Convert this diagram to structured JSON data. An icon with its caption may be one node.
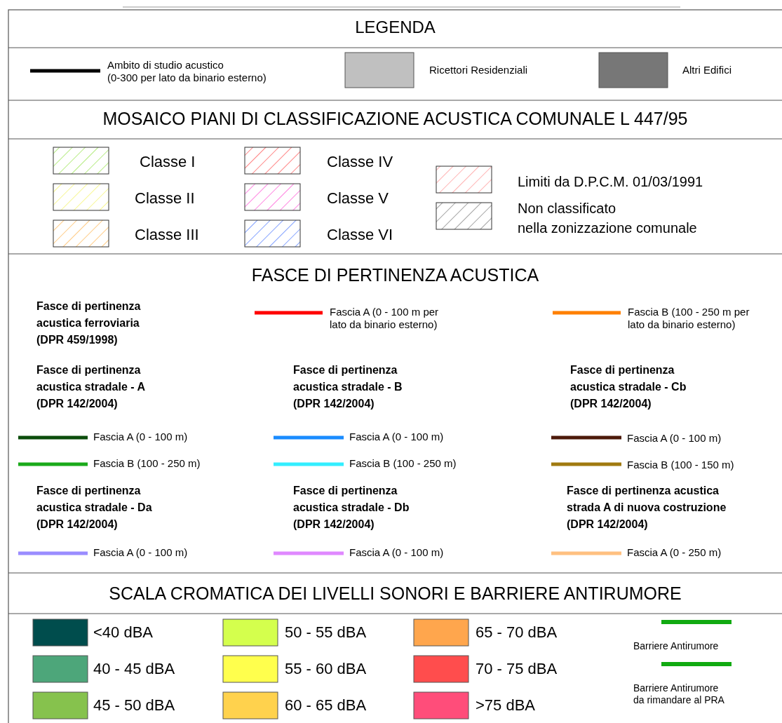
{
  "diagram": {
    "title": "LEGENDA",
    "labels": [
      "MOSAICO PIANI DI CLASSIFICAZIONE ACUSTICA COMUNALE L 447/95",
      "FASCE DI PERTINENZA ACUSTICA",
      "Fasce di pertinenza acustica ferroviaria (DPR 459/1998)",
      "Fasce di pertinenza acustica stradale - A (DPR 142/2004)",
      "Fasce di pertinenza acustica stradale - B (DPR 142/2004)",
      "Fasce di pertinenza acustica stradale - Cb (DPR 142/2004)",
      "Fasce di pertinenza acustica stradale - Da (DPR 142/2004)",
      "Fasce di pertinenza acustica stradale - Db (DPR 142/2004)",
      "Fasce di pertinenza acustica strada A di nuova costruzione (DPR 142/2004)",
      "SCALA CROMATICA DEI LIVELLI SONORI E BARRIERE ANTIRUMORE"
    ],
    "legend": [
      {
        "text": "Ambito di studio acustico (0-300 per lato da binario esterno)"
      },
      {
        "text": "Ricettori Residenziali",
        "color": "#c0c0c0"
      },
      {
        "text": "Altri Edifici",
        "color": "#777777"
      },
      {
        "text": "Classe I"
      },
      {
        "text": "Classe IV"
      },
      {
        "text": "Limiti da D.P.C.M. 01/03/1991"
      },
      {
        "text": "Classe II"
      },
      {
        "text": "Classe V"
      },
      {
        "text": "Non classificato nella zonizzazione comunale"
      },
      {
        "text": "Classe III"
      },
      {
        "text": "Classe VI"
      },
      {
        "text": "Fascia A (0 - 100 m per lato da binario esterno)"
      },
      {
        "text": "Fascia B (100 - 250 m per lato da binario esterno)"
      },
      {
        "text": "Fascia A (0 - 100 m)"
      },
      {
        "text": "Fascia A (0 - 100 m)"
      },
      {
        "text": "Fascia A (0 - 100 m)"
      },
      {
        "text": "Fascia B (100 - 250 m)"
      },
      {
        "text": "Fascia B (100 - 250 m)"
      },
      {
        "text": "Fascia B (100 - 150 m)"
      },
      {
        "text": "Fascia A (0 - 100 m)"
      },
      {
        "text": "Fascia A (0 - 100 m)"
      },
      {
        "text": "Fascia A (0 - 250 m)"
      },
      {
        "text": "<40 dBA",
        "color": "#004d4d"
      },
      {
        "text": "50 - 55 dBA",
        "color": "#d4ff4d"
      },
      {
        "text": "65 - 70 dBA",
        "color": "#ffa64d"
      },
      {
        "text": "Barriere Antirumore"
      },
      {
        "text": "40 - 45 dBA",
        "color": "#4da67a"
      },
      {
        "text": "55 - 60 dBA",
        "color": "#ffff4d"
      },
      {
        "text": "70 - 75 dBA",
        "color": "#ff4d4d"
      },
      {
        "text": "Barriere Antirumore da rimandare al PRA"
      },
      {
        "text": "45 - 50 dBA",
        "color": "#86c24d"
      },
      {
        "text": "60 - 65 dBA",
        "color": "#ffd24d"
      },
      {
        "text": ">75 dBA",
        "color": "#ff4d7a"
      }
    ]
  }
}
